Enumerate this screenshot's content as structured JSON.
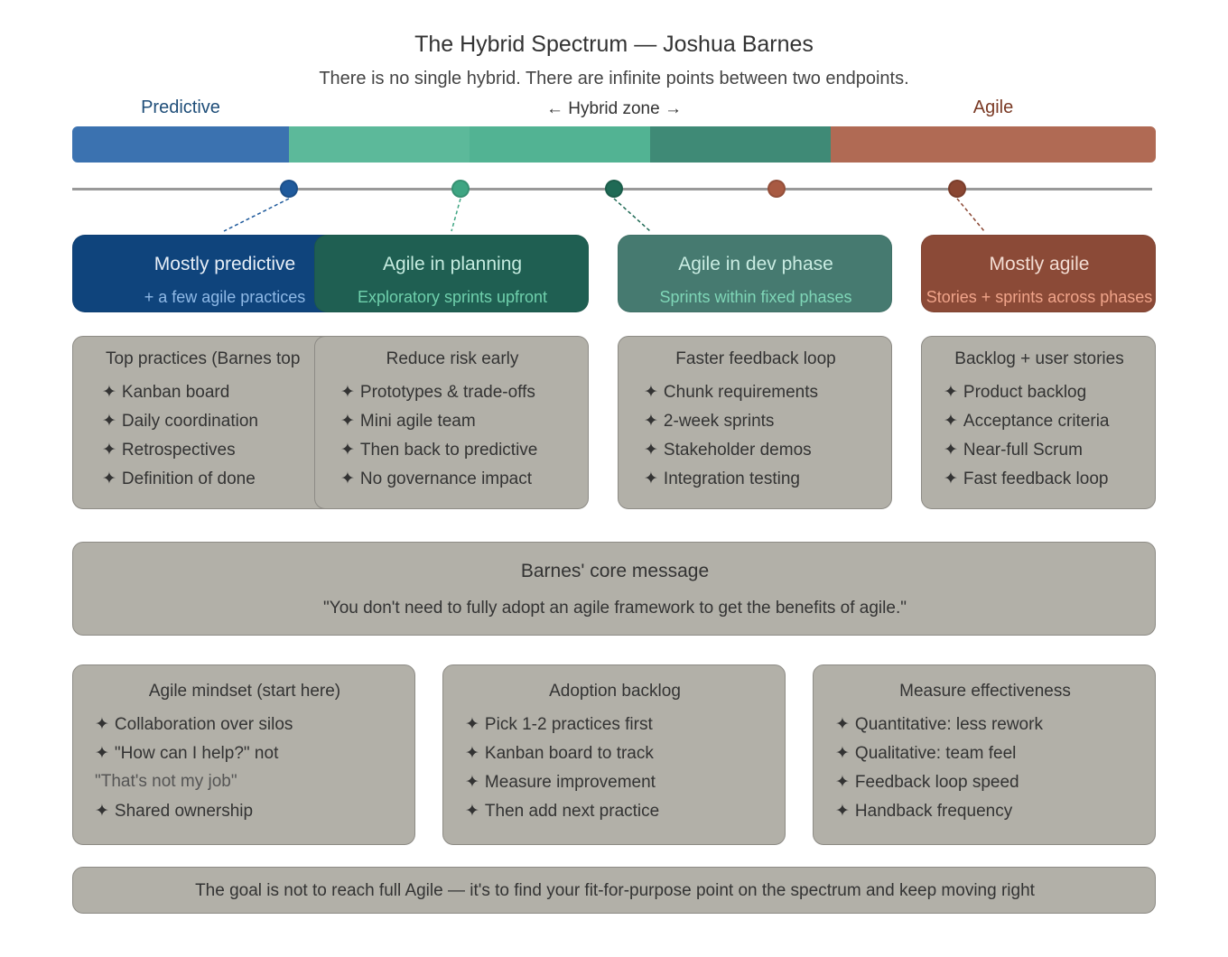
{
  "title": "The Hybrid Spectrum — Joshua Barnes",
  "subtitle": "There is no single hybrid. There are infinite points between two endpoints.",
  "spectrum": {
    "left_label": "Predictive",
    "hybrid_label": "← Hybrid zone →",
    "right_label": "Agile",
    "colors": {
      "predictive": "#3b72b0",
      "hybrid_1": "#5cb99a",
      "hybrid_2": "#52b393",
      "hybrid_3": "#3f8a76",
      "agile": "#b06a54"
    },
    "dot_colors": [
      "#1f5a9c",
      "#3ea582",
      "#1f6a55",
      "#a85a42",
      "#8a4632"
    ]
  },
  "points": [
    {
      "title": "Mostly predictive",
      "subtitle": "+ a few agile practices",
      "bg": "#0f447c",
      "title_color": "#e6eef7",
      "sub_color": "#8fb9e6"
    },
    {
      "title": "Agile in planning",
      "subtitle": "Exploratory sprints upfront",
      "bg": "#1f5f52",
      "title_color": "#c6ece0",
      "sub_color": "#6fd0ac"
    },
    {
      "title": "Agile in dev phase",
      "subtitle": "Sprints within fixed phases",
      "bg": "#467a70",
      "title_color": "#c9ece2",
      "sub_color": "#7fd6b7"
    },
    {
      "title": "Mostly agile",
      "subtitle": "Stories + sprints across phases",
      "bg": "#8b4a37",
      "title_color": "#f3ddd3",
      "sub_color": "#f0a48a"
    }
  ],
  "practice_boxes": [
    {
      "title": "Top practices (Barnes top",
      "items": [
        "Kanban board",
        "Daily coordination",
        "Retrospectives",
        "Definition of done"
      ]
    },
    {
      "title": "Reduce risk early",
      "items": [
        "Prototypes & trade-offs",
        "Mini agile team",
        "Then back to predictive",
        "No governance impact"
      ]
    },
    {
      "title": "Faster feedback loop",
      "items": [
        "Chunk requirements",
        "2-week sprints",
        "Stakeholder demos",
        "Integration testing"
      ]
    },
    {
      "title": "Backlog + user stories",
      "items": [
        "Product backlog",
        "Acceptance criteria",
        "Near-full Scrum",
        "Fast feedback loop"
      ]
    }
  ],
  "core_message": {
    "title": "Barnes' core message",
    "quote": "\"You don't need to fully adopt an agile framework to get the benefits of agile.\""
  },
  "bottom_boxes": [
    {
      "title": "Agile mindset (start here)",
      "items": [
        "Collaboration over silos",
        "\"How can I help?\" not",
        "\"That's not my job\"",
        "Shared ownership"
      ]
    },
    {
      "title": "Adoption backlog",
      "items": [
        "Pick 1-2 practices first",
        "Kanban board to track",
        "Measure improvement",
        "Then add next practice"
      ]
    },
    {
      "title": "Measure effectiveness",
      "items": [
        "Quantitative: less rework",
        "Qualitative: team feel",
        "Feedback loop speed",
        "Handback frequency"
      ]
    }
  ],
  "footer": "The goal is not to reach full Agile — it's to find your fit-for-purpose point on the spectrum and keep moving right",
  "bullet_symbol": "✦"
}
